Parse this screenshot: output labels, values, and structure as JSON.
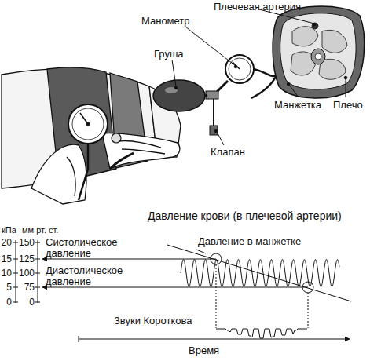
{
  "diagram": {
    "labels": [
      "Плечевая артерия",
      "Манометр",
      "Груша",
      "Клапан",
      "Манжетка",
      "Плечо",
      "Давление крови (в плечевой артерии)",
      "кПа",
      "мм рт. ст.",
      "20",
      "15",
      "10",
      "5",
      "0",
      "150",
      "125",
      "100",
      "75",
      "0",
      "Систолическое давление",
      "Давление в манжетке",
      "Диастолическое давление",
      "Звуки Короткова",
      "Время"
    ]
  }
}
